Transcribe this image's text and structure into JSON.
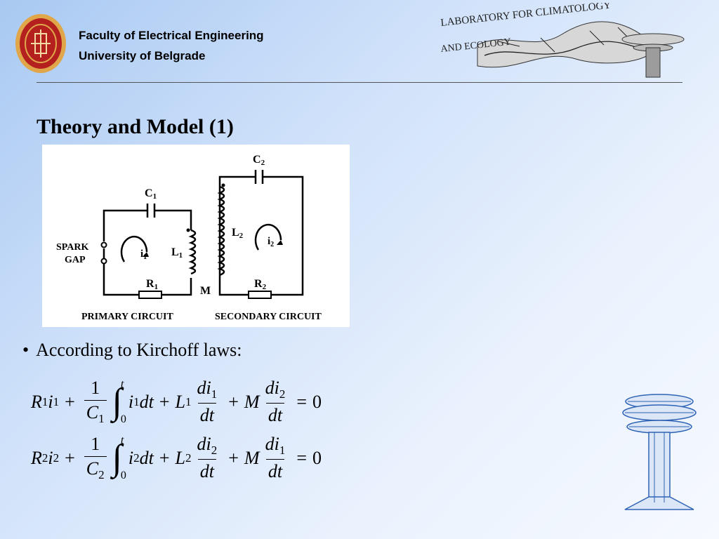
{
  "header": {
    "faculty": "Faculty of Electrical Engineering",
    "university": "University of Belgrade",
    "lab_line1": "LABORATORY FOR CLIMATOLOGY",
    "lab_line2": "AND ECOLOGY"
  },
  "slide": {
    "title": "Theory and Model (1)",
    "bullet": "According to Kirchoff laws:"
  },
  "circuit": {
    "c1": "C",
    "c1_sub": "1",
    "c2": "C",
    "c2_sub": "2",
    "l1": "L",
    "l1_sub": "1",
    "l2": "L",
    "l2_sub": "2",
    "i1": "i",
    "i1_sub": "1",
    "i2": "i",
    "i2_sub": "2",
    "r1": "R",
    "r1_sub": "1",
    "r2": "R",
    "r2_sub": "2",
    "m": "M",
    "spark1": "SPARK",
    "spark2": "GAP",
    "primary": "PRIMARY CIRCUIT",
    "secondary": "SECONDARY CIRCUIT"
  },
  "equations": {
    "eq1": {
      "r": "R",
      "r_sub": "1",
      "i": "i",
      "i_sub": "1",
      "one": "1",
      "c": "C",
      "c_sub": "1",
      "upper": "t",
      "lower": "0",
      "integrand": "i",
      "integrand_sub": "1",
      "dt": "dt",
      "l": "L",
      "l_sub": "1",
      "di_a": "di",
      "di_a_sub": "1",
      "m": "M",
      "di_b": "di",
      "di_b_sub": "2",
      "zero": "0"
    },
    "eq2": {
      "r": "R",
      "r_sub": "2",
      "i": "i",
      "i_sub": "2",
      "one": "1",
      "c": "C",
      "c_sub": "2",
      "upper": "t",
      "lower": "0",
      "integrand": "i",
      "integrand_sub": "2",
      "dt": "dt",
      "l": "L",
      "l_sub": "2",
      "di_a": "di",
      "di_a_sub": "2",
      "m": "M",
      "di_b": "di",
      "di_b_sub": "1",
      "zero": "0"
    }
  },
  "colors": {
    "faculty_red": "#b3201e",
    "faculty_gold": "#e0a64a",
    "tower_blue": "#2f63b5"
  }
}
